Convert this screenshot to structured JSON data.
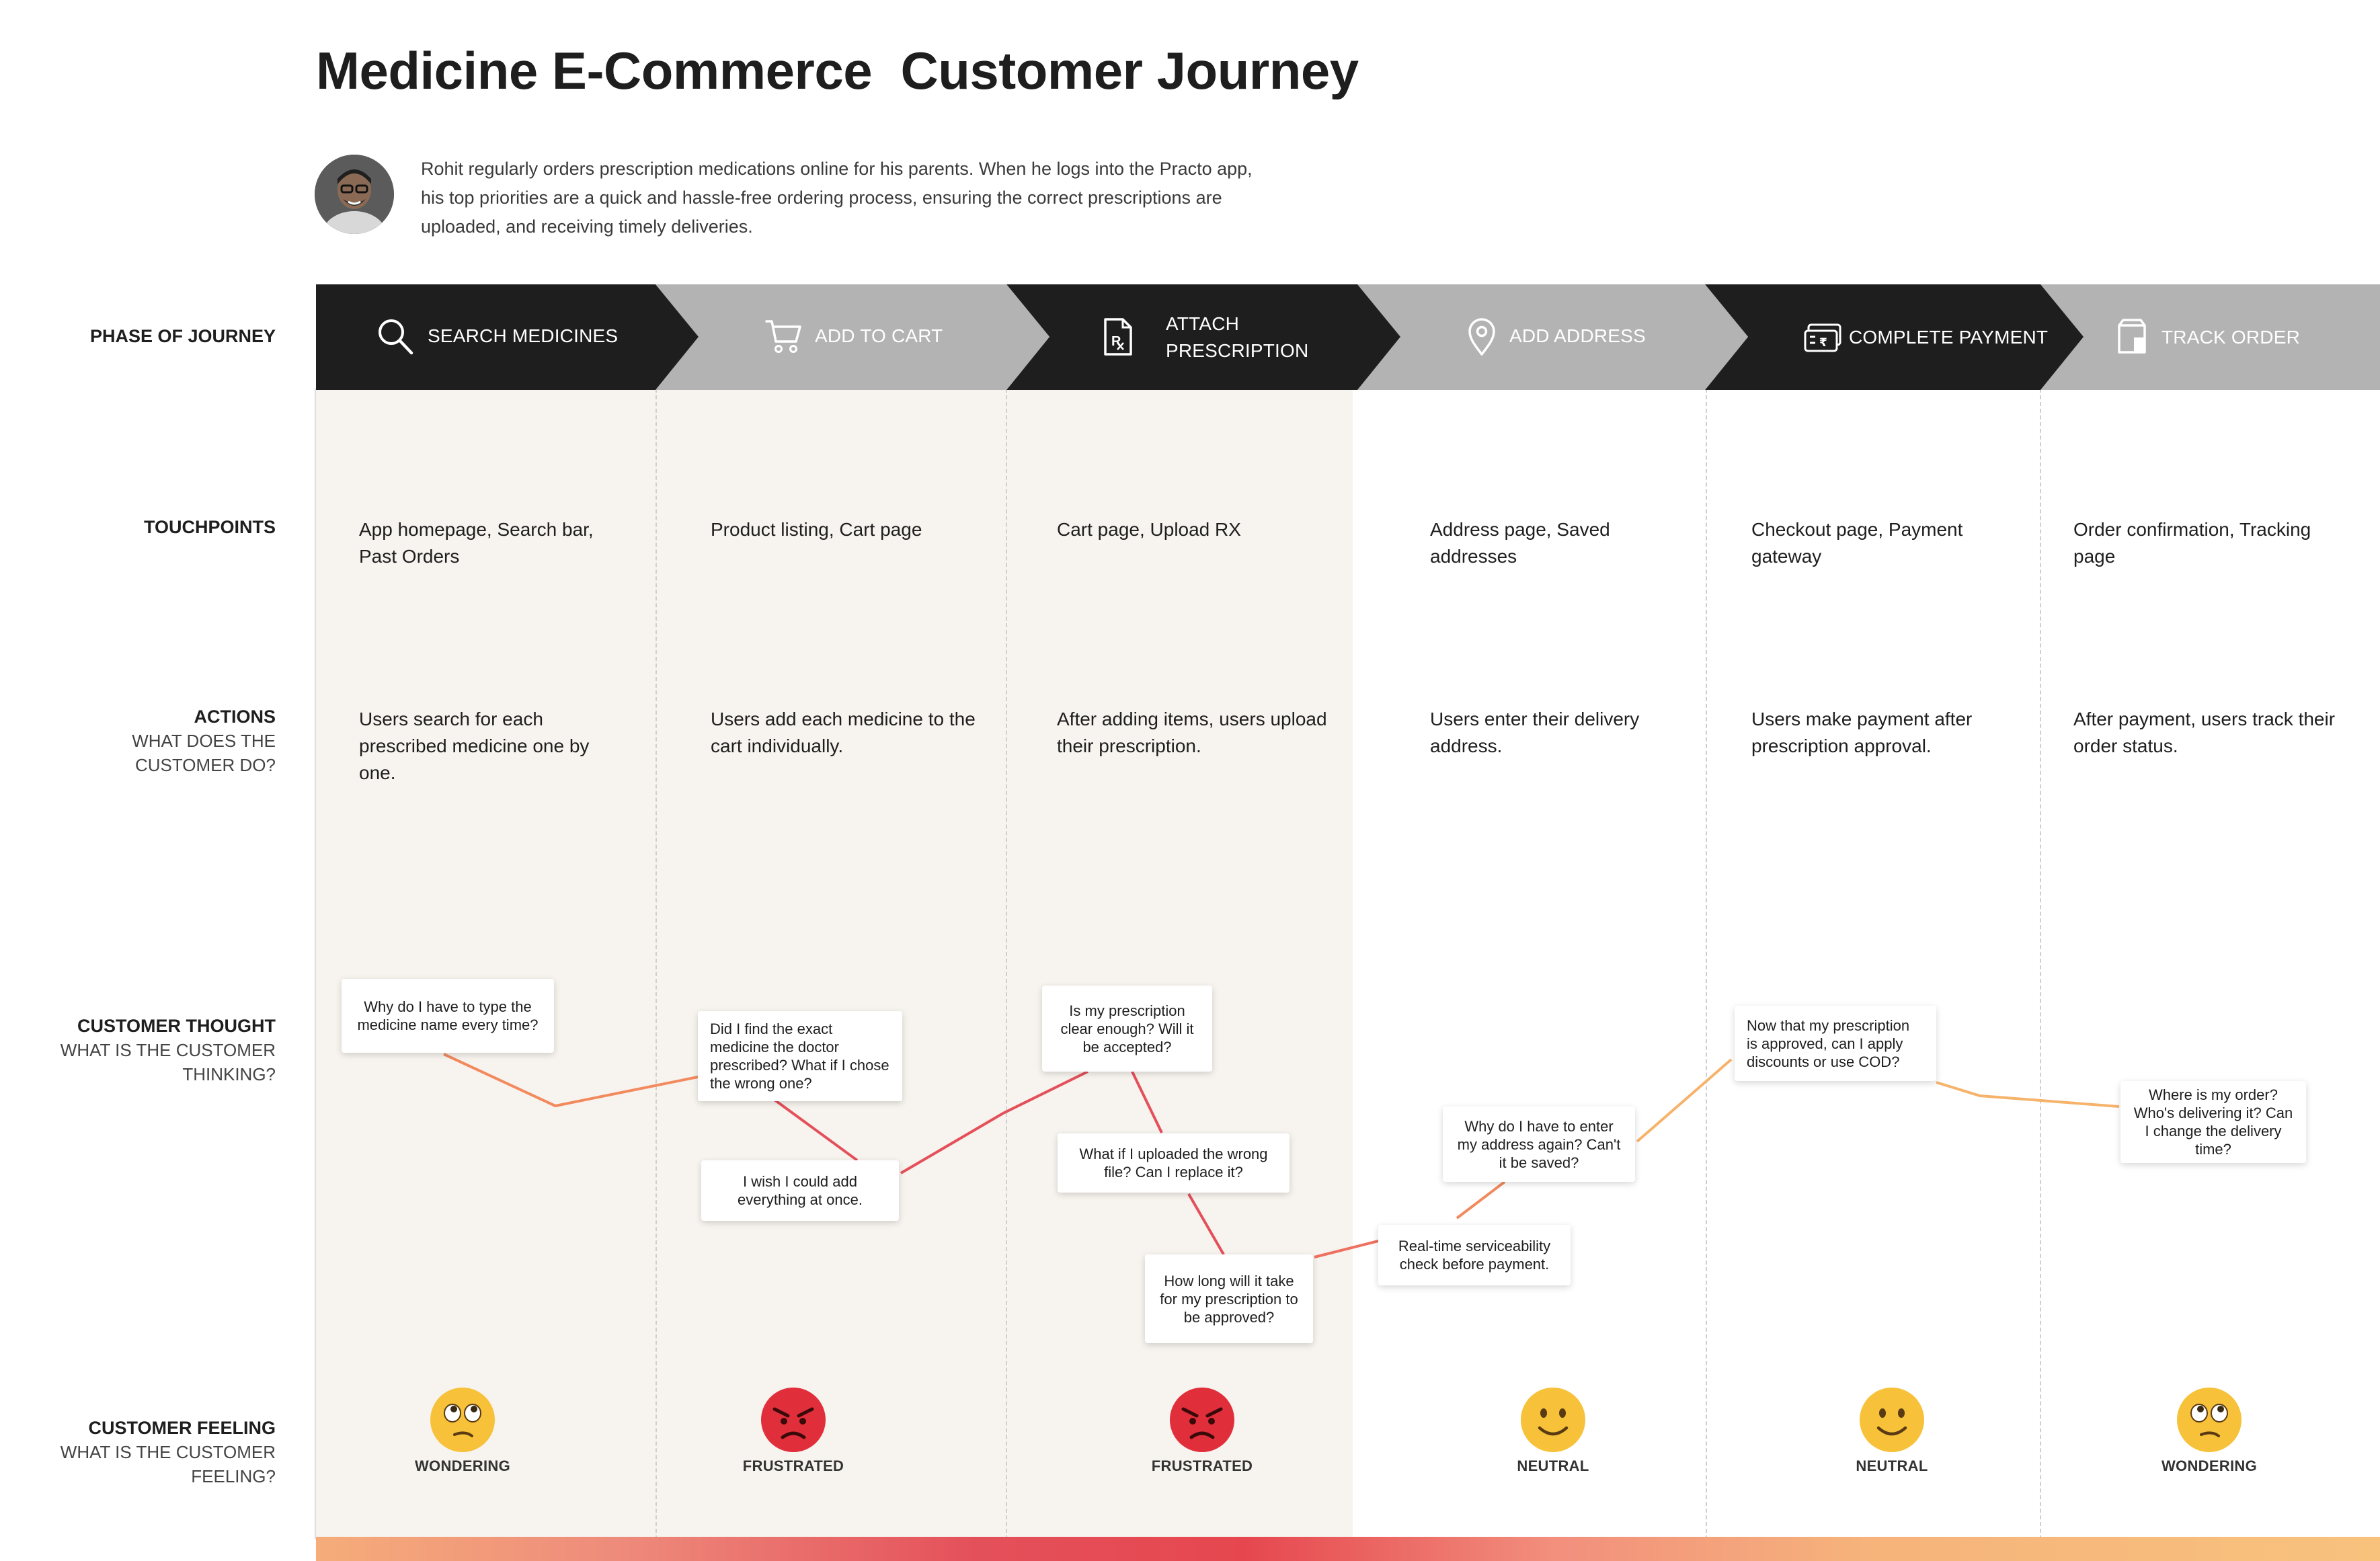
{
  "title": "Medicine E-Commerce  Customer Journey",
  "persona": {
    "description": "Rohit regularly orders prescription medications online for his parents. When he logs into the Practo app, his top priorities are a quick and hassle-free ordering process, ensuring the correct prescriptions are uploaded, and receiving timely deliveries."
  },
  "row_labels": {
    "phase": "PHASE OF JOURNEY",
    "touchpoints": "TOUCHPOINTS",
    "actions": {
      "title": "ACTIONS",
      "sub1": "WHAT DOES THE",
      "sub2": "CUSTOMER DO?"
    },
    "thought": {
      "title": "CUSTOMER THOUGHT",
      "sub1": "WHAT IS THE CUSTOMER",
      "sub2": "THINKING?"
    },
    "feeling": {
      "title": "CUSTOMER FEELING",
      "sub1": "WHAT IS THE CUSTOMER",
      "sub2": "FEELING?"
    }
  },
  "phases": [
    {
      "label": "SEARCH MEDICINES",
      "icon": "search-icon",
      "style": "dark"
    },
    {
      "label": "ADD TO CART",
      "icon": "cart-icon",
      "style": "light"
    },
    {
      "label1": "ATTACH",
      "label2": "PRESCRIPTION",
      "icon": "prescription-icon",
      "style": "dark"
    },
    {
      "label": "ADD ADDRESS",
      "icon": "location-pin-icon",
      "style": "light"
    },
    {
      "label": "COMPLETE PAYMENT",
      "icon": "payment-card-icon",
      "style": "dark"
    },
    {
      "label": "TRACK ORDER",
      "icon": "package-icon",
      "style": "light"
    }
  ],
  "touchpoints": [
    "App homepage, Search bar, Past Orders",
    "Product listing, Cart page",
    "Cart page, Upload RX",
    "Address page, Saved addresses",
    "Checkout page, Payment gateway",
    "Order confirmation, Tracking page"
  ],
  "actions": [
    "Users search for each prescribed medicine one by one.",
    "Users add each medicine to the cart individually.",
    "After adding items, users upload their prescription.",
    "Users enter their delivery address.",
    "Users make payment after prescription approval.",
    "After payment, users track their order status."
  ],
  "thoughts": [
    "Why do I have to type the medicine name every time?",
    "Did I find the exact medicine the doctor prescribed? What if I chose the wrong one?",
    "I wish I could add everything at once.",
    "Is my prescription clear enough? Will it be accepted?",
    "What if I uploaded the wrong file? Can I replace it?",
    "How long will it take for my prescription to be approved?",
    "Real-time serviceability check before payment.",
    "Why do I have to enter my address again? Can't it be saved?",
    "Now that my prescription is approved, can I apply discounts or use COD?",
    "Where is my order? Who's delivering it? Can I change the delivery time?"
  ],
  "feelings": [
    {
      "label": "WONDERING",
      "icon": "wondering-face-icon"
    },
    {
      "label": "FRUSTRATED",
      "icon": "angry-face-icon"
    },
    {
      "label": "FRUSTRATED",
      "icon": "angry-face-icon"
    },
    {
      "label": "NEUTRAL",
      "icon": "smiling-face-icon"
    },
    {
      "label": "NEUTRAL",
      "icon": "smiling-face-icon"
    },
    {
      "label": "WONDERING",
      "icon": "wondering-face-icon"
    }
  ],
  "colors": {
    "phase_dark": "#1e1e1e",
    "phase_light": "#b3b3b3",
    "band": "#f7f3ee",
    "line_frustrated": "#e4505a",
    "line_mild": "#f28a5e",
    "line_positive": "#f6b36b",
    "emoji_yellow": "#f7c23a",
    "emoji_red": "#e02f3b"
  }
}
